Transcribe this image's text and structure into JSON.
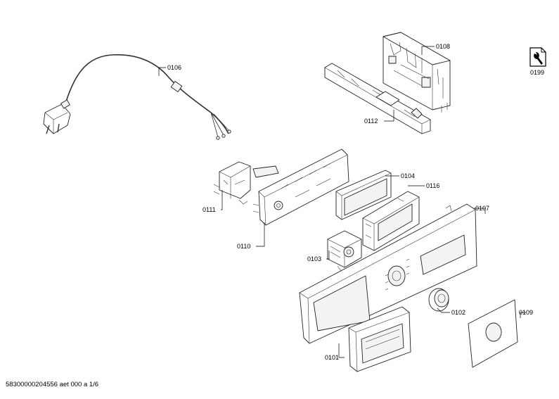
{
  "footer": {
    "document_code": "58300000204556 aet 000 a 1/6"
  },
  "callouts": [
    {
      "id": "0106",
      "label": "0106"
    },
    {
      "id": "0108",
      "label": "0108"
    },
    {
      "id": "0112",
      "label": "0112"
    },
    {
      "id": "0199",
      "label": "0199"
    },
    {
      "id": "0111",
      "label": "0111"
    },
    {
      "id": "0104",
      "label": "0104"
    },
    {
      "id": "0116",
      "label": "0116"
    },
    {
      "id": "0107",
      "label": "0107"
    },
    {
      "id": "0110",
      "label": "0110"
    },
    {
      "id": "0103",
      "label": "0103"
    },
    {
      "id": "0102",
      "label": "0102"
    },
    {
      "id": "0109",
      "label": "0109"
    },
    {
      "id": "0101",
      "label": "0101"
    }
  ],
  "icons": {
    "service": "wrench-service-icon"
  }
}
